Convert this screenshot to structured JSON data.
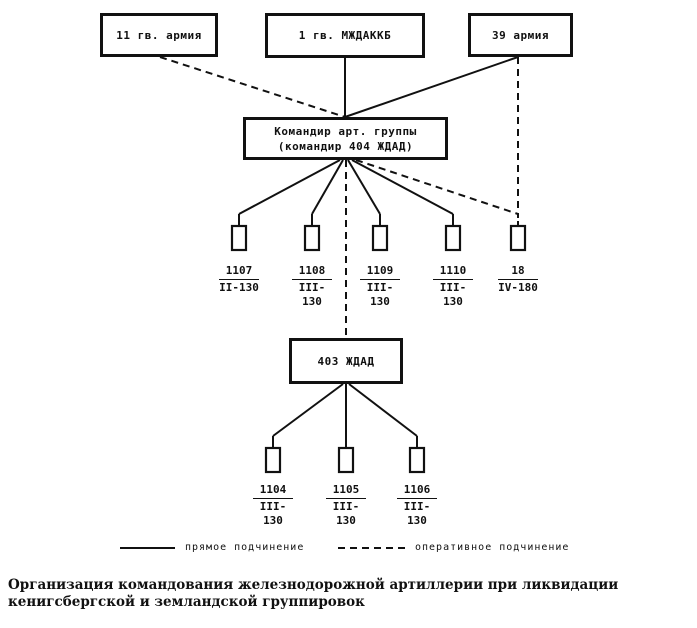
{
  "boxes": {
    "army11": "11 гв. армия",
    "mzhdakkb": "1 гв. МЖДАККБ",
    "army39": "39 армия",
    "commander_line1": "Командир арт. группы",
    "commander_line2": "(командир 404 ЖДАД)",
    "zhdad403": "403 ЖДАД"
  },
  "units_top": [
    {
      "num": "1107",
      "type": "II-130"
    },
    {
      "num": "1108",
      "type": "III-130"
    },
    {
      "num": "1109",
      "type": "III-130"
    },
    {
      "num": "1110",
      "type": "III-130"
    },
    {
      "num": "18",
      "type": "IV-180"
    }
  ],
  "units_bottom": [
    {
      "num": "1104",
      "type": "III-130"
    },
    {
      "num": "1105",
      "type": "III-130"
    },
    {
      "num": "1106",
      "type": "III-130"
    }
  ],
  "legend": {
    "direct": "прямое подчинение",
    "operational": "оперативное подчинение"
  },
  "caption": "Организация командования железнодорожной артиллерии при ликвидации кенигсбергской и земландской группировок"
}
